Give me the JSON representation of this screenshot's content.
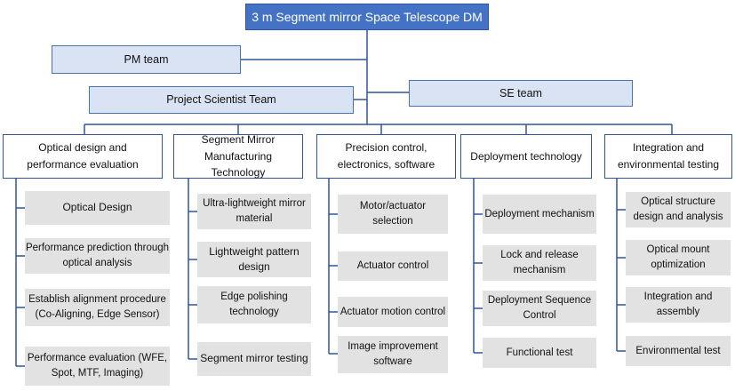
{
  "title": "3 m Segment mirror Space Telescope DM",
  "teams": {
    "pm": "PM team",
    "project_scientist": "Project Scientist Team",
    "se": "SE team"
  },
  "columns": [
    {
      "title": "Optical design and performance evaluation",
      "items": [
        "Optical Design",
        "Performance prediction through optical analysis",
        "Establish alignment procedure (Co-Aligning, Edge Sensor)",
        "Performance evaluation (WFE, Spot, MTF, Imaging)"
      ]
    },
    {
      "title": "Segment Mirror Manufacturing Technology",
      "items": [
        "Ultra-lightweight mirror material",
        "Lightweight pattern design",
        "Edge polishing technology",
        "Segment mirror testing"
      ]
    },
    {
      "title": "Precision control, electronics, software",
      "items": [
        "Motor/actuator selection",
        "Actuator control",
        "Actuator motion control",
        "Image improvement software"
      ]
    },
    {
      "title": "Deployment technology",
      "items": [
        "Deployment mechanism",
        "Lock and release mechanism",
        "Deployment Sequence Control",
        "Functional test"
      ]
    },
    {
      "title": "Integration and environmental testing",
      "items": [
        "Optical structure design and analysis",
        "Optical mount optimization",
        "Integration and assembly",
        "Environmental test"
      ]
    }
  ]
}
